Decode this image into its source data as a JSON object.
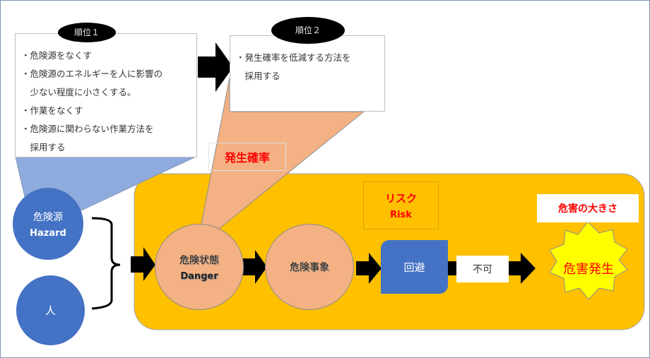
{
  "priority1": {
    "badge": "順位１",
    "items": [
      "・危険源をなくす",
      "・危険源のエネルギーを人に影響の",
      "　少ない程度に小さくする。",
      "・作業をなくす",
      "・危険源に関わらない作業方法を",
      "　採用する"
    ]
  },
  "priority2": {
    "badge": "順位２",
    "items": [
      "・発生確率を低減する方法を",
      "　採用する"
    ]
  },
  "labels": {
    "probability": "発生確率",
    "risk_jp": "リスク",
    "risk_en": "Risk",
    "severity": "危害の大きさ",
    "not_possible": "不可"
  },
  "nodes": {
    "hazard_jp": "危険源",
    "hazard_en": "Hazard",
    "person": "人",
    "danger_jp": "危険状態",
    "danger_en": "Danger",
    "event": "危険事象",
    "avoid": "回避",
    "harm": "危害発生"
  },
  "colors": {
    "risk_area": "#ffc000",
    "hazard_blue": "#4472c4",
    "callout_blue": "#8faadc",
    "peach": "#f4b183",
    "harm_yellow": "#ffff00",
    "alert_red": "#ff0000"
  }
}
